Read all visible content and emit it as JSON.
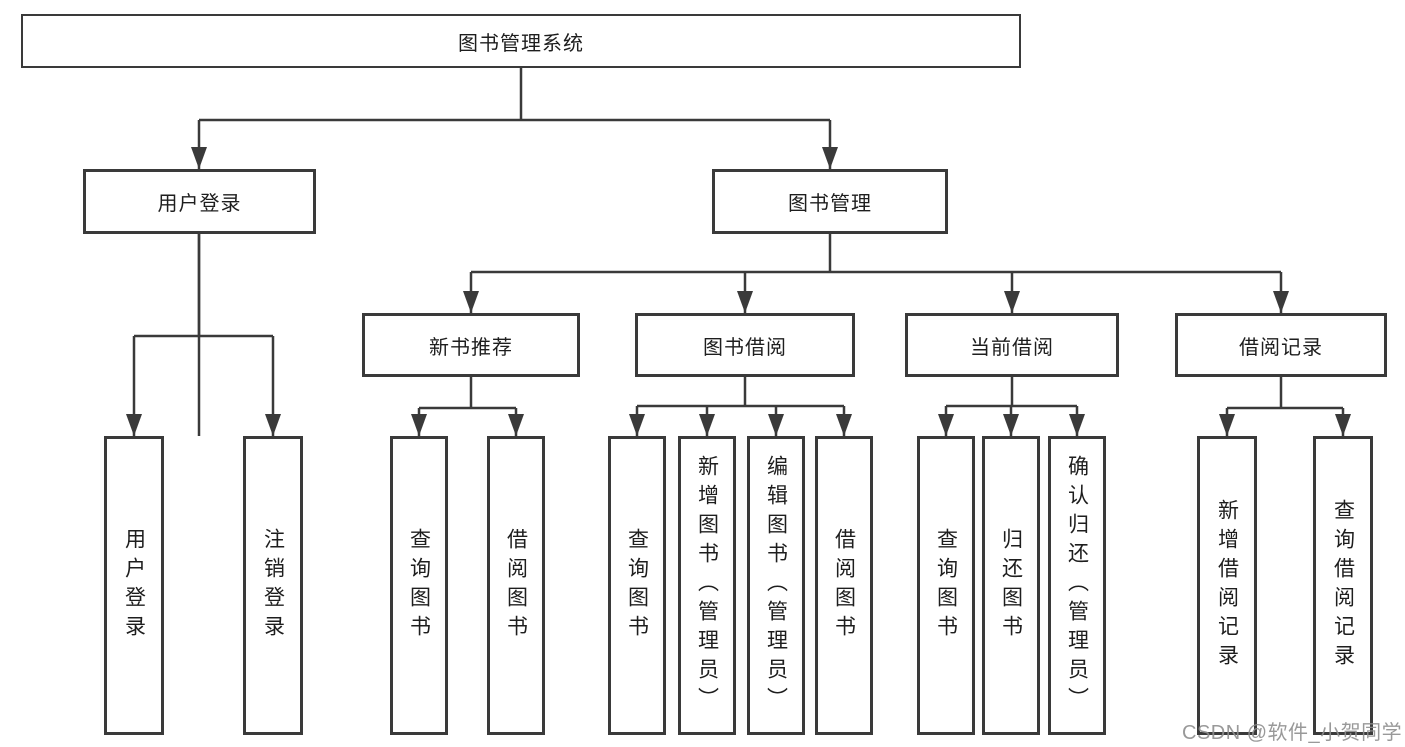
{
  "tree": {
    "root": {
      "label": "图书管理系统"
    },
    "user_login": {
      "label": "用户登录",
      "children": {
        "login": "用户登录",
        "logout": "注销登录"
      }
    },
    "book_mgmt": {
      "label": "图书管理"
    },
    "new_book_rec": {
      "label": "新书推荐",
      "children": {
        "query": "查询图书",
        "borrow": "借阅图书"
      }
    },
    "book_borrow": {
      "label": "图书借阅",
      "children": {
        "query": "查询图书",
        "add": "新增图书（管理员）",
        "edit": "编辑图书（管理员）",
        "borrow": "借阅图书"
      }
    },
    "current_borrow": {
      "label": "当前借阅",
      "children": {
        "query": "查询图书",
        "return": "归还图书",
        "confirm": "确认归还（管理员）"
      }
    },
    "borrow_record": {
      "label": "借阅记录",
      "children": {
        "add": "新增借阅记录",
        "query": "查询借阅记录"
      }
    }
  },
  "watermark": "CSDN @软件_小贺同学",
  "colors": {
    "line": "#3a3a3a",
    "text": "#1e1e1e",
    "watermark": "#8f8f8f",
    "background": "#ffffff"
  }
}
